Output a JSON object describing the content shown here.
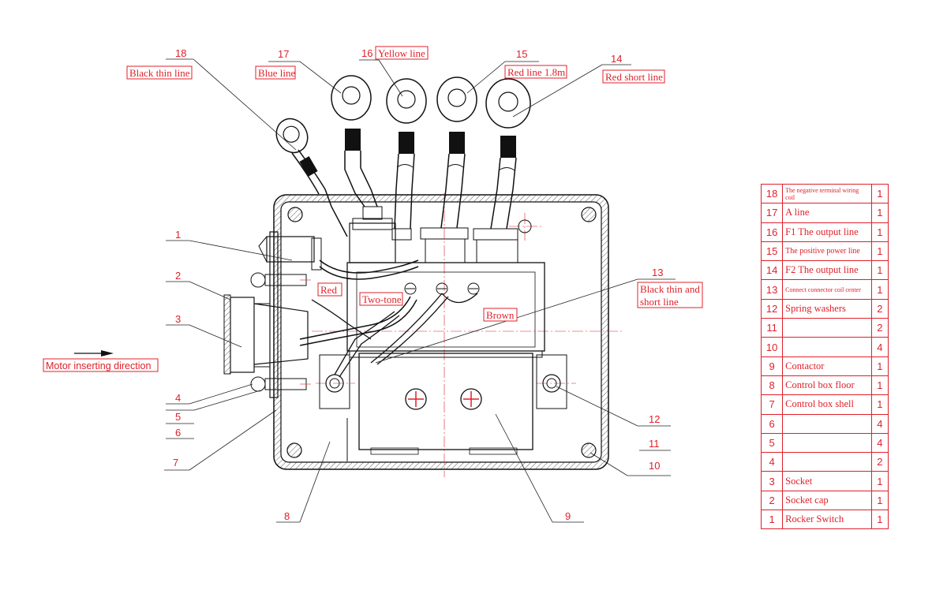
{
  "callouts": {
    "c1": "1",
    "c2": "2",
    "c3": "3",
    "c4": "4",
    "c5": "5",
    "c6": "6",
    "c7": "7",
    "c8": "8",
    "c9": "9",
    "c10": "10",
    "c11": "11",
    "c12": "12",
    "c13": "13",
    "c14": "14",
    "c15": "15",
    "c16": "16",
    "c17": "17",
    "c18": "18"
  },
  "labels": {
    "black_thin_line": "Black thin line",
    "blue_line": "Blue line",
    "yellow_line": "Yellow line",
    "red_line": "Red line 1.8m",
    "red_short_line": "Red short line",
    "black_thin_short_1": "Black thin and",
    "black_thin_short_2": "short line",
    "red": "Red",
    "two_tone": "Two-tone",
    "brown": "Brown",
    "motor_direction": "Motor inserting direction"
  },
  "bom": [
    {
      "no": "18",
      "name": "The negative terminal wiring coil",
      "qty": "1",
      "tiny": true
    },
    {
      "no": "17",
      "name": "A line",
      "qty": "1"
    },
    {
      "no": "16",
      "name": "F1 The output line",
      "qty": "1"
    },
    {
      "no": "15",
      "name": "The positive power line",
      "qty": "1",
      "small": true
    },
    {
      "no": "14",
      "name": "F2 The output line",
      "qty": "1"
    },
    {
      "no": "13",
      "name": "Connect connector coil center",
      "qty": "1",
      "tiny": true
    },
    {
      "no": "12",
      "name": "Spring washers",
      "qty": "2"
    },
    {
      "no": "11",
      "name": "",
      "qty": "2"
    },
    {
      "no": "10",
      "name": "",
      "qty": "4"
    },
    {
      "no": "9",
      "name": "Contactor",
      "qty": "1"
    },
    {
      "no": "8",
      "name": "Control box floor",
      "qty": "1"
    },
    {
      "no": "7",
      "name": "Control box shell",
      "qty": "1"
    },
    {
      "no": "6",
      "name": "",
      "qty": "4"
    },
    {
      "no": "5",
      "name": "",
      "qty": "4"
    },
    {
      "no": "4",
      "name": "",
      "qty": "2"
    },
    {
      "no": "3",
      "name": "Socket",
      "qty": "1"
    },
    {
      "no": "2",
      "name": "Socket cap",
      "qty": "1"
    },
    {
      "no": "1",
      "name": "Rocker Switch",
      "qty": "1"
    }
  ]
}
